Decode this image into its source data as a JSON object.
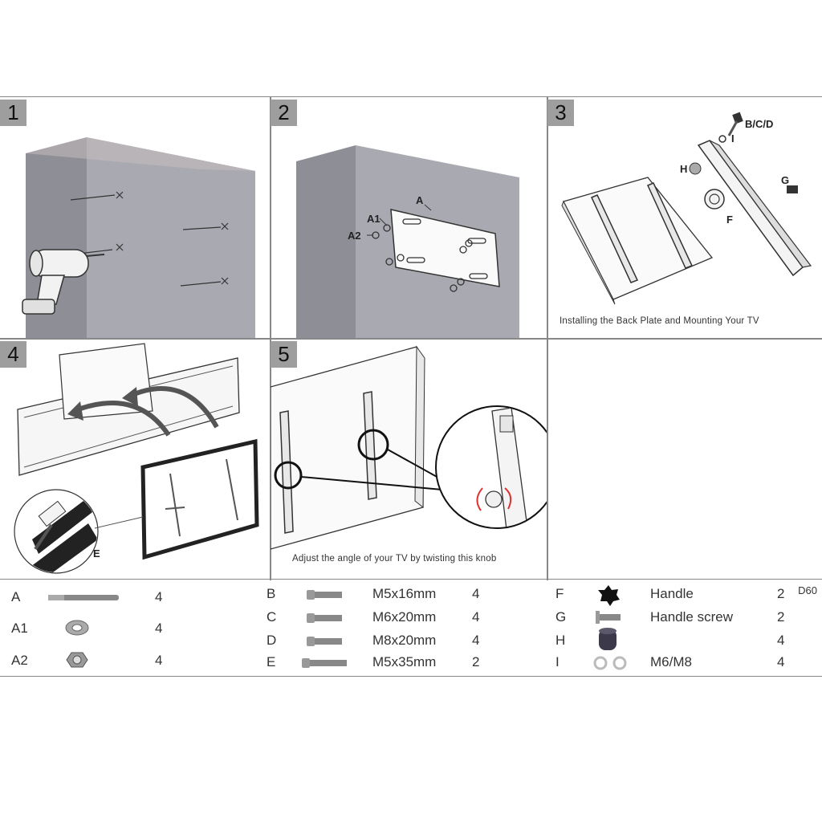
{
  "steps": [
    {
      "number": "1"
    },
    {
      "number": "2",
      "labels": {
        "a": "A",
        "a1": "A1",
        "a2": "A2"
      }
    },
    {
      "number": "3",
      "labels": {
        "bcd": "B/C/D",
        "i": "I",
        "h": "H",
        "g": "G",
        "f": "F"
      },
      "caption": "Installing the Back Plate and Mounting Your TV"
    },
    {
      "number": "4",
      "labels": {
        "e": "E"
      }
    },
    {
      "number": "5",
      "caption": "Adjust the angle of your TV by twisting this knob"
    }
  ],
  "parts": {
    "left": [
      {
        "id": "A",
        "qty": "4",
        "icon": "anchor-bolt-icon"
      },
      {
        "id": "A1",
        "qty": "4",
        "icon": "washer-icon"
      },
      {
        "id": "A2",
        "qty": "4",
        "icon": "hex-nut-icon"
      }
    ],
    "middle": [
      {
        "id": "B",
        "size": "M5x16mm",
        "qty": "4",
        "icon": "screw-icon"
      },
      {
        "id": "C",
        "size": "M6x20mm",
        "qty": "4",
        "icon": "screw-icon"
      },
      {
        "id": "D",
        "size": "M8x20mm",
        "qty": "4",
        "icon": "screw-icon"
      },
      {
        "id": "E",
        "size": "M5x35mm",
        "qty": "2",
        "icon": "screw-icon"
      }
    ],
    "right": [
      {
        "id": "F",
        "name": "Handle",
        "qty": "2",
        "icon": "star-knob-icon"
      },
      {
        "id": "G",
        "name": "Handle screw",
        "qty": "2",
        "icon": "flat-screw-icon"
      },
      {
        "id": "H",
        "name": "",
        "qty": "4",
        "icon": "spacer-icon"
      },
      {
        "id": "I",
        "name": "M6/M8",
        "qty": "4",
        "icon": "washer-pair-icon"
      }
    ]
  },
  "model_code": "D60"
}
